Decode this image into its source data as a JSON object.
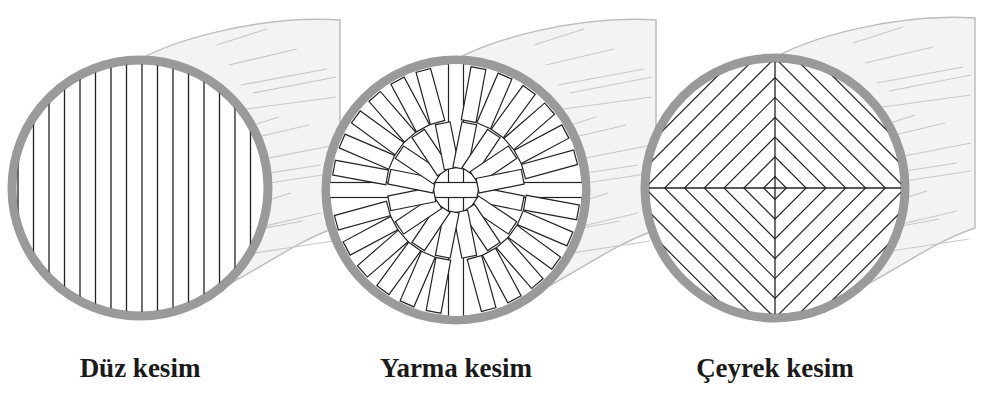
{
  "diagram": {
    "labels": [
      "Düz kesim",
      "Yarma kesim",
      "Çeyrek kesim"
    ]
  }
}
